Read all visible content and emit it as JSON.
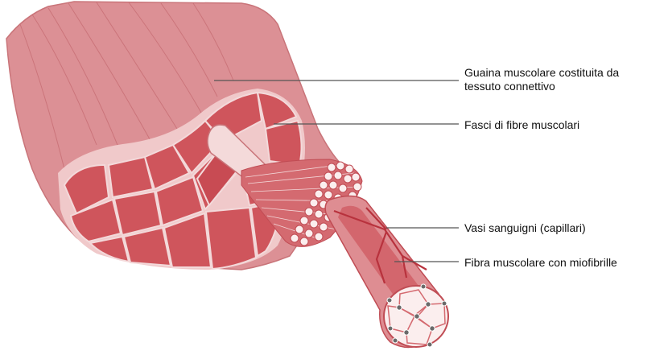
{
  "diagram": {
    "labels": [
      {
        "id": "sheath",
        "lines": [
          "Guaina muscolare costituita da",
          "tessuto connettivo"
        ]
      },
      {
        "id": "fascicles",
        "lines": [
          "Fasci di fibre muscolari"
        ]
      },
      {
        "id": "capillaries",
        "lines": [
          "Vasi sanguigni (capillari)"
        ]
      },
      {
        "id": "fiber",
        "lines": [
          "Fibra muscolare con miofibrille"
        ]
      }
    ],
    "colors": {
      "sheath": "#d98b8f",
      "sheath_dark": "#c97479",
      "fascicle_fill": "#cf555c",
      "fascicle_line": "#f3d9da",
      "cut_face": "#f0c9ca",
      "myofibril": "#fbeeee",
      "leader_line": "#555555"
    }
  }
}
